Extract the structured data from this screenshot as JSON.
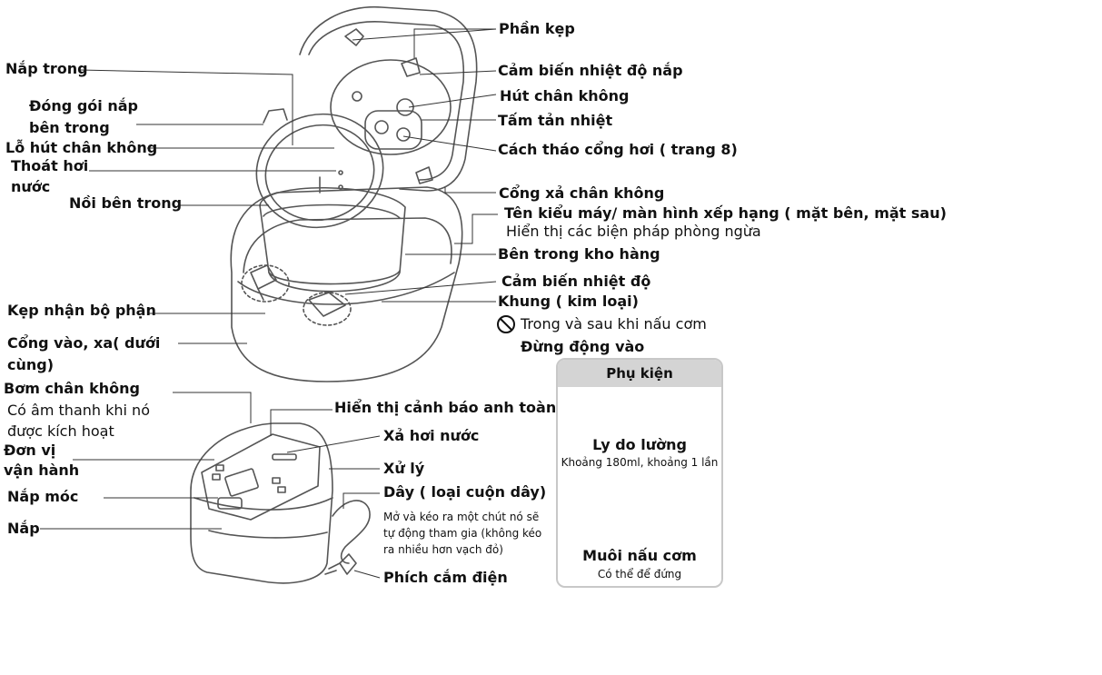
{
  "colors": {
    "line": "#333333",
    "stroke": "#555555",
    "panel": "#d4d4d4",
    "border": "#c8c8c8"
  },
  "labels": {
    "phan_kep": "Phần kẹp",
    "nap_trong": "Nắp trong",
    "dong_goi_1": "Đóng gói nắp",
    "dong_goi_2": "bên trong",
    "lo_hut": "Lỗ hút chân không",
    "thoat_hoi_1": "Thoát hơi",
    "thoat_hoi_2": "nước",
    "noi_ben_trong": "Nồi bên trong",
    "cam_bien_nap": "Cảm biến nhiệt độ nắp",
    "hut_chan_khong": "Hút chân không",
    "tam_tan_nhiet": "Tấm tản nhiệt",
    "cach_thao": "Cách tháo cổng hơi ( trang 8)",
    "cong_xa": "Cổng xả chân không",
    "ten_kieu_may": "Tên kiểu máy/ màn hình xếp hạng ( mặt bên, mặt sau)",
    "hien_thi_bien_phap": "Hiển thị các biện pháp phòng ngừa",
    "ben_trong_kho": "Bên trong kho hàng",
    "cam_bien_nhiet": "Cảm biến nhiệt độ",
    "khung": "Khung ( kim loại)",
    "trong_va_sau": "Trong và sau khi nấu cơm",
    "dung_dong": "Đừng động vào",
    "kep_nhan": "Kẹp nhận bộ phận",
    "cong_vao_1": "Cổng vào, xa( dưới",
    "cong_vao_2": "cùng)",
    "bom_1": "Bơm chân không",
    "bom_2": "Có âm thanh khi nó",
    "bom_3": "được kích hoạt",
    "don_vi_1": "Đơn vị",
    "don_vi_2": "vận hành",
    "nap_moc": "Nắp móc",
    "nap": "Nắp",
    "hien_thi_canh_bao": "Hiển thị cảnh báo anh toàn",
    "xa_hoi": "Xả hơi nước",
    "xu_ly": "Xử lý",
    "day": "Dây ( loại cuộn dây)",
    "day_note_1": "Mở và kéo ra một chút nó sẽ",
    "day_note_2": "tự động tham gia  (không kéo",
    "day_note_3": "ra nhiều hơn vạch đỏ)",
    "phich_cam": "Phích cắm điện"
  },
  "accessories": {
    "title": "Phụ kiện",
    "cup_name": "Ly do lường",
    "cup_note": "Khoảng 180ml, khoảng 1 lần",
    "scoop_name": "Muôi nấu cơm",
    "scoop_note": "Có thể để đứng"
  },
  "icons": [
    "prohibited-icon",
    "measuring-cup-icon",
    "rice-scoop-icon"
  ]
}
